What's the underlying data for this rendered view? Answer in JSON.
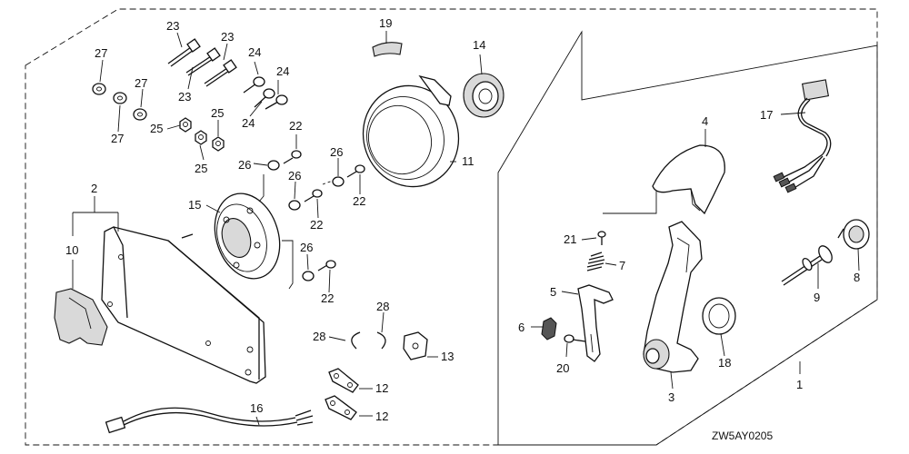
{
  "diagram_code": "ZW5AY0205",
  "callouts": {
    "c1": "1",
    "c2": "2",
    "c3": "3",
    "c4": "4",
    "c5": "5",
    "c6": "6",
    "c7": "7",
    "c8": "8",
    "c9": "9",
    "c10": "10",
    "c11": "11",
    "c12a": "12",
    "c12b": "12",
    "c13": "13",
    "c14": "14",
    "c15": "15",
    "c16": "16",
    "c17": "17",
    "c18": "18",
    "c19": "19",
    "c20": "20",
    "c21": "21",
    "c22a": "22",
    "c22b": "22",
    "c22c": "22",
    "c22d": "22",
    "c23a": "23",
    "c23b": "23",
    "c23c": "23",
    "c24a": "24",
    "c24b": "24",
    "c24c": "24",
    "c25a": "25",
    "c25b": "25",
    "c25c": "25",
    "c26a": "26",
    "c26b": "26",
    "c26c": "26",
    "c26d": "26",
    "c27a": "27",
    "c27b": "27",
    "c27c": "27",
    "c28a": "28",
    "c28b": "28"
  }
}
